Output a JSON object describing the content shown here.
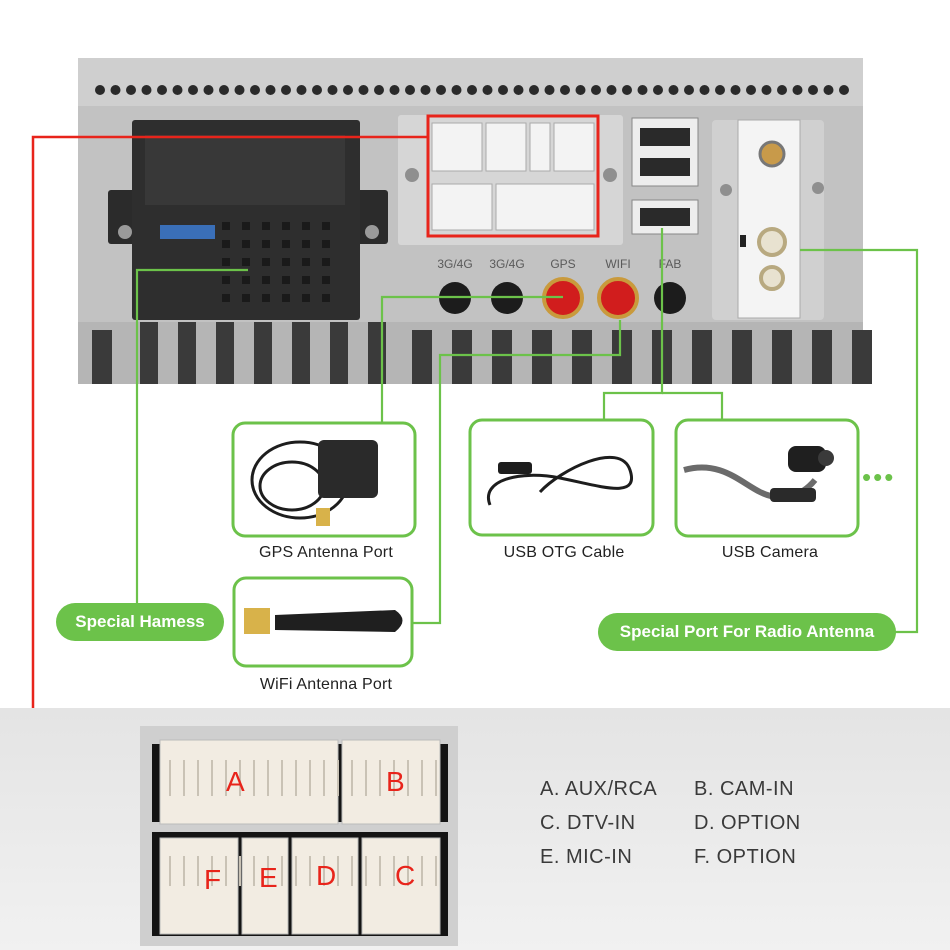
{
  "unit": {
    "port_labels": [
      "3G/4G",
      "3G/4G",
      "GPS",
      "WIFI",
      "FAB"
    ]
  },
  "accessories": {
    "gps": {
      "caption": "GPS Antenna Port"
    },
    "usb_otg": {
      "caption": "USB OTG Cable"
    },
    "usb_camera": {
      "caption": "USB Camera"
    },
    "wifi": {
      "caption": "WiFi Antenna Port"
    },
    "more_indicator": "•••"
  },
  "callouts": {
    "harness": "Special Hamess",
    "radio": "Special Port For Radio Antenna"
  },
  "connector_letters": [
    "A",
    "B",
    "F",
    "E",
    "D",
    "C"
  ],
  "legend": [
    [
      "A. AUX/RCA",
      "B. CAM-IN"
    ],
    [
      "C. DTV-IN",
      "D. OPTION"
    ],
    [
      "E. MIC-IN",
      "F. OPTION"
    ]
  ],
  "colors": {
    "green": "#6cc24a",
    "red": "#e8241b",
    "chassis": "#bdbdbd"
  }
}
